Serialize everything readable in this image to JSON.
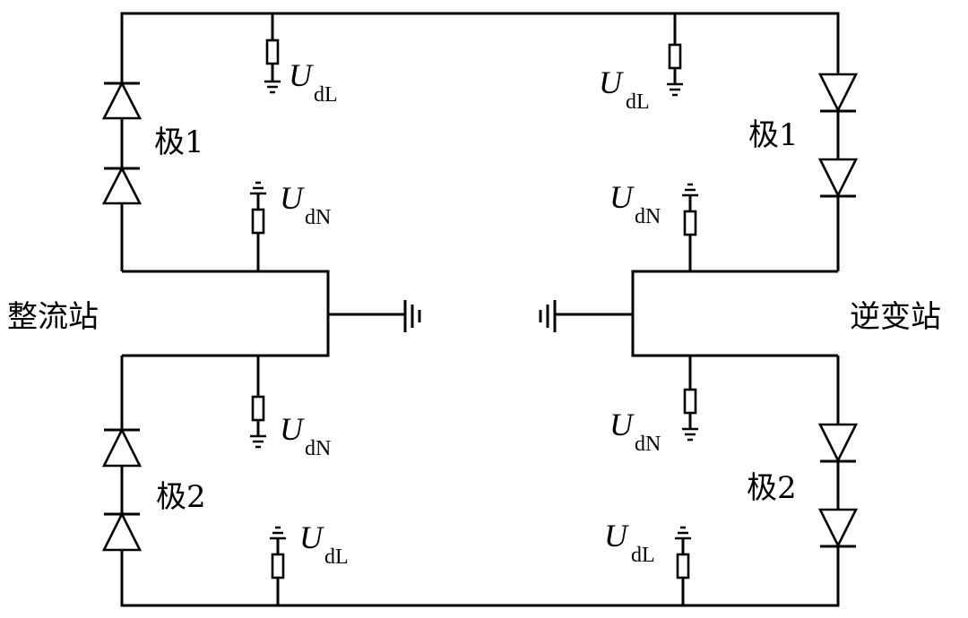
{
  "diagram": {
    "title": "",
    "stations": {
      "rectifier": "整流站",
      "inverter": "逆变站"
    },
    "poles": {
      "pole1": "极1",
      "pole2": "极2"
    },
    "measurements": {
      "symbol": "U",
      "line_sub": "dL",
      "neutral_sub": "dN"
    },
    "components": [
      {
        "type": "diode-pair",
        "station": "rectifier",
        "pole": "pole1",
        "direction": "up"
      },
      {
        "type": "diode-pair",
        "station": "rectifier",
        "pole": "pole2",
        "direction": "up"
      },
      {
        "type": "diode-pair",
        "station": "inverter",
        "pole": "pole1",
        "direction": "down"
      },
      {
        "type": "diode-pair",
        "station": "inverter",
        "pole": "pole2",
        "direction": "down"
      },
      {
        "type": "voltage-divider",
        "label": "UdL",
        "location": "rectifier-pole1-line"
      },
      {
        "type": "voltage-divider",
        "label": "UdN",
        "location": "rectifier-pole1-neutral"
      },
      {
        "type": "voltage-divider",
        "label": "UdN",
        "location": "rectifier-pole2-neutral"
      },
      {
        "type": "voltage-divider",
        "label": "UdL",
        "location": "rectifier-pole2-line"
      },
      {
        "type": "voltage-divider",
        "label": "UdL",
        "location": "inverter-pole1-line"
      },
      {
        "type": "voltage-divider",
        "label": "UdN",
        "location": "inverter-pole1-neutral"
      },
      {
        "type": "voltage-divider",
        "label": "UdN",
        "location": "inverter-pole2-neutral"
      },
      {
        "type": "voltage-divider",
        "label": "UdL",
        "location": "inverter-pole2-line"
      },
      {
        "type": "ground",
        "location": "rectifier-neutral"
      },
      {
        "type": "ground",
        "location": "inverter-neutral"
      }
    ]
  }
}
